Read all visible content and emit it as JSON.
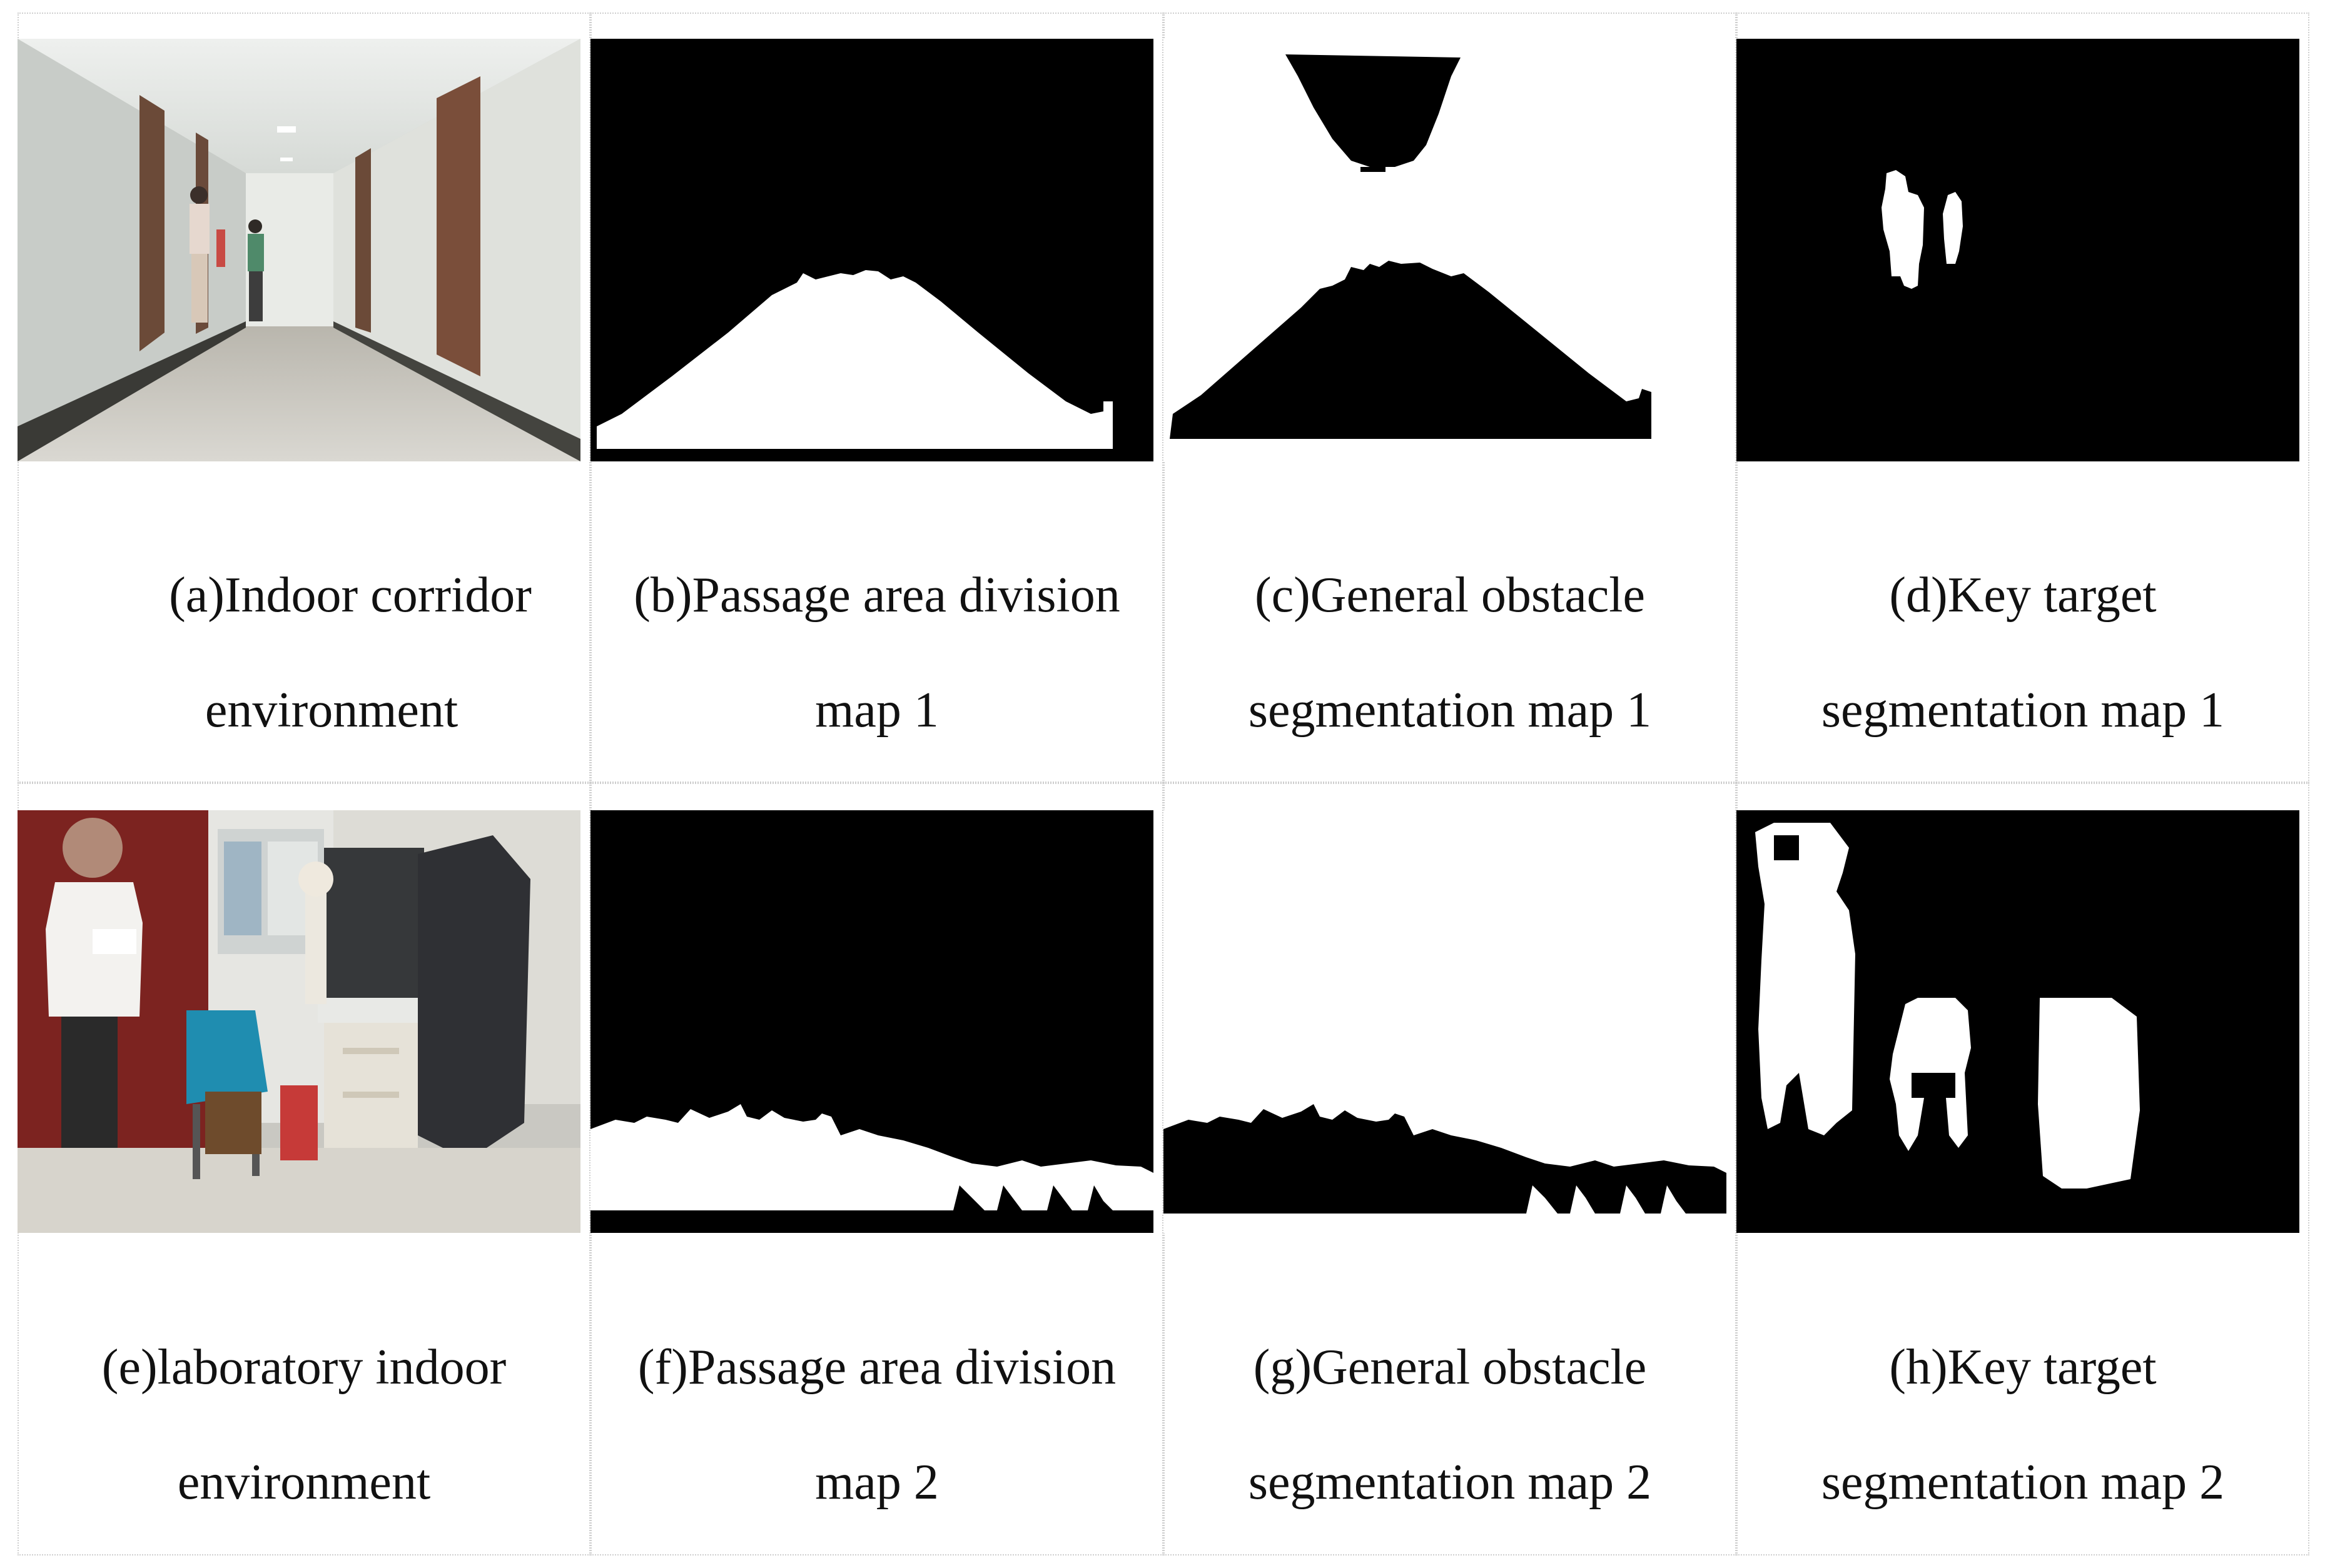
{
  "figure": {
    "panels": [
      {
        "id": "a",
        "caption_line1": "(a)Indoor corridor",
        "caption_line2": "environment",
        "kind": "photo-corridor"
      },
      {
        "id": "b",
        "caption_line1": "(b)Passage area division",
        "caption_line2": "map 1",
        "kind": "mask-passage-1"
      },
      {
        "id": "c",
        "caption_line1": "(c)General obstacle",
        "caption_line2": "segmentation map 1",
        "kind": "mask-obstacle-1"
      },
      {
        "id": "d",
        "caption_line1": "(d)Key target",
        "caption_line2": "segmentation map 1",
        "kind": "mask-target-1"
      },
      {
        "id": "e",
        "caption_line1": "(e)laboratory indoor",
        "caption_line2": "environment",
        "kind": "photo-lab"
      },
      {
        "id": "f",
        "caption_line1": "(f)Passage area division",
        "caption_line2": "map 2",
        "kind": "mask-passage-2"
      },
      {
        "id": "g",
        "caption_line1": "(g)General obstacle",
        "caption_line2": "segmentation map 2",
        "kind": "mask-obstacle-2"
      },
      {
        "id": "h",
        "caption_line1": "(h)Key target",
        "caption_line2": "segmentation map 2",
        "kind": "mask-target-2"
      }
    ]
  }
}
